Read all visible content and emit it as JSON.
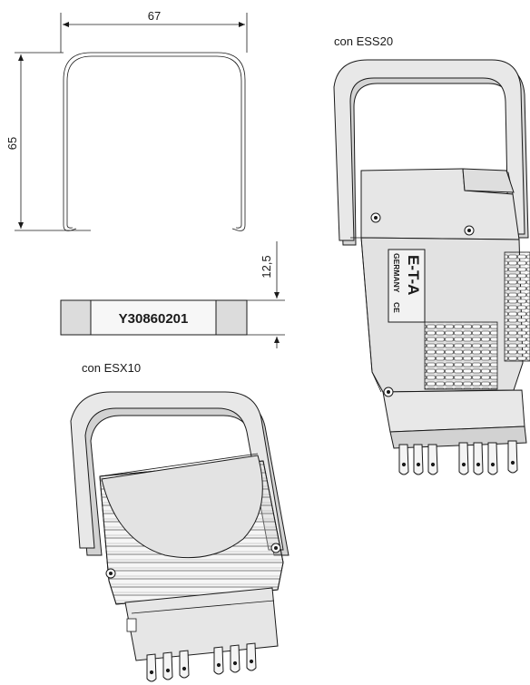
{
  "dimensions": {
    "width": "67",
    "height": "65",
    "label_height": "12,5"
  },
  "label_strip": {
    "code": "Y30860201"
  },
  "variants": {
    "top": "con ESS20",
    "bottom": "con ESX10"
  },
  "device_marking": {
    "brand": "E-T-A",
    "origin": "GERMANY",
    "cert": "CE"
  },
  "colors": {
    "body_fill": "#e6e6e6",
    "outline": "#1a1a1a"
  }
}
